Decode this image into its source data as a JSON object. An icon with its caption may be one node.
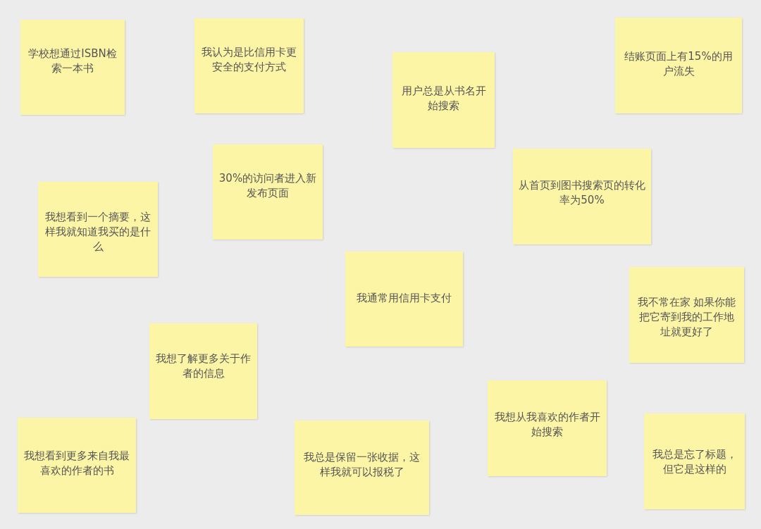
{
  "diagram": {
    "nodes": [
      {
        "text": [
          "学校想通过ISBN检索一本书"
        ]
      },
      {
        "text": [
          "我认为是比信用卡更安全的支付方式"
        ]
      },
      {
        "text": [
          "用户总是从书名开始搜索"
        ]
      },
      {
        "text": [
          "结账页面上有15%的用户流失"
        ]
      },
      {
        "text": [
          "30%的访问者进入新发布页面"
        ]
      },
      {
        "text": [
          "从首页到图书搜索页的转化率为50%"
        ]
      },
      {
        "text": [
          "我想看到一个摘要，这样我就知道我买的是什么"
        ]
      },
      {
        "text": [
          "我通常用信用卡支付"
        ]
      },
      {
        "text": [
          "我不常在家 如果你能把它寄到我的工作地址就更好了"
        ]
      },
      {
        "text": [
          "我想了解更多关于作者的信息"
        ]
      },
      {
        "text": [
          "我想从我喜欢的作者开始搜索"
        ]
      },
      {
        "text": [
          "我想看到更多来自我最喜欢的作者的书"
        ]
      },
      {
        "text": [
          "我总是保留一张收据，这样我就可以报税了"
        ]
      },
      {
        "text": [
          "我总是忘了标题，但它是这样的"
        ]
      }
    ]
  }
}
